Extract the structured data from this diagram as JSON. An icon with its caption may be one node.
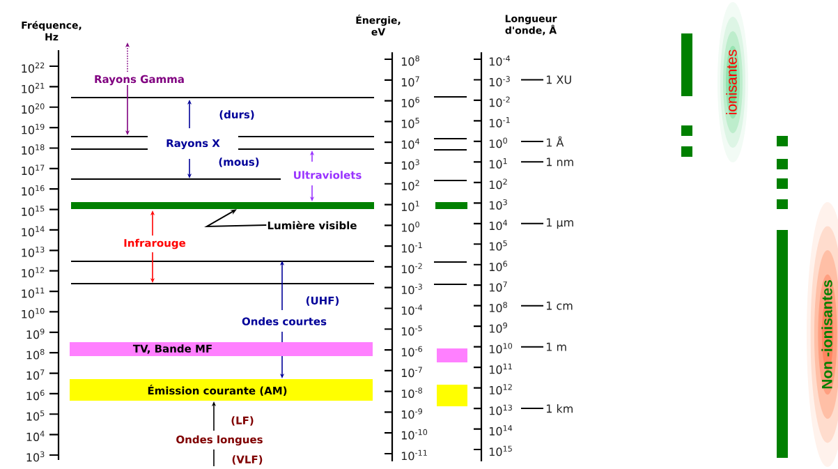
{
  "diagram": {
    "nodes": [
      {
        "text": [
          "Lumière visible"
        ]
      },
      {
        "text": [],
        "shape": "bar"
      },
      {
        "text": [
          "TV, Bande MF"
        ]
      },
      {
        "text": [
          "Émission courante (AM)"
        ]
      }
    ],
    "edges": [
      {
        "from": 0,
        "to": 1,
        "arrow": "to"
      }
    ],
    "labels": [
      "Fréquence, Hz",
      "Énergie, eV",
      "Longueur d'onde, Å",
      "ionisantes",
      "Rayons Gamma",
      "(durs)",
      "Rayons X",
      "(mous)",
      "Ultraviolets",
      "Infrarouge",
      "(UHF)",
      "Ondes courtes",
      "(LF)",
      "Ondes longues",
      "(VLF)",
      "Non -ionisantes",
      "10$^{22}$",
      "10$^{21}$",
      "10$^{20}$",
      "10$^{19}$",
      "10$^{18}$",
      "10$^{17}$",
      "10$^{16}$",
      "10$^{15}$",
      "10$^{14}$",
      "10$^{13}$",
      "10$^{12}$",
      "10$^{11}$",
      "10$^{10}$",
      "10$^{9}$",
      "10$^{8}$",
      "10$^{7}$",
      "10$^{6}$",
      "10$^{5}$",
      "10$^{4}$",
      "10$^{3}$",
      "10$^{8}$",
      "10$^{7}$",
      "10$^{6}$",
      "10$^{5}$",
      "10$^{4}$",
      "10$^{3}$",
      "10$^{2}$",
      "10$^{1}$",
      "10$^{0}$",
      "10$^{-1}$",
      "10$^{-2}$",
      "10$^{-3}$",
      "10$^{-4}$",
      "10$^{-5}$",
      "10$^{-6}$",
      "10$^{-7}$",
      "10$^{-8}$",
      "10$^{-9}$",
      "10$^{-10}$",
      "10$^{-11}$",
      "10$^{-4}$",
      "10$^{-3}$",
      "10$^{-2}$",
      "10$^{-1}$",
      "10$^{0}$",
      "10$^{1}$",
      "10$^{2}$",
      "10$^{3}$",
      "10$^{4}$",
      "10$^{5}$",
      "10$^{6}$",
      "10$^{7}$",
      "10$^{8}$",
      "10$^{9}$",
      "10$^{10}$",
      "10$^{11}$",
      "10$^{12}$",
      "10$^{13}$",
      "10$^{14}$",
      "10$^{15}$",
      "1 XU",
      "1 Å",
      "1 nm",
      "1 µm",
      "1 cm",
      "1 m",
      "1 km"
    ]
  }
}
